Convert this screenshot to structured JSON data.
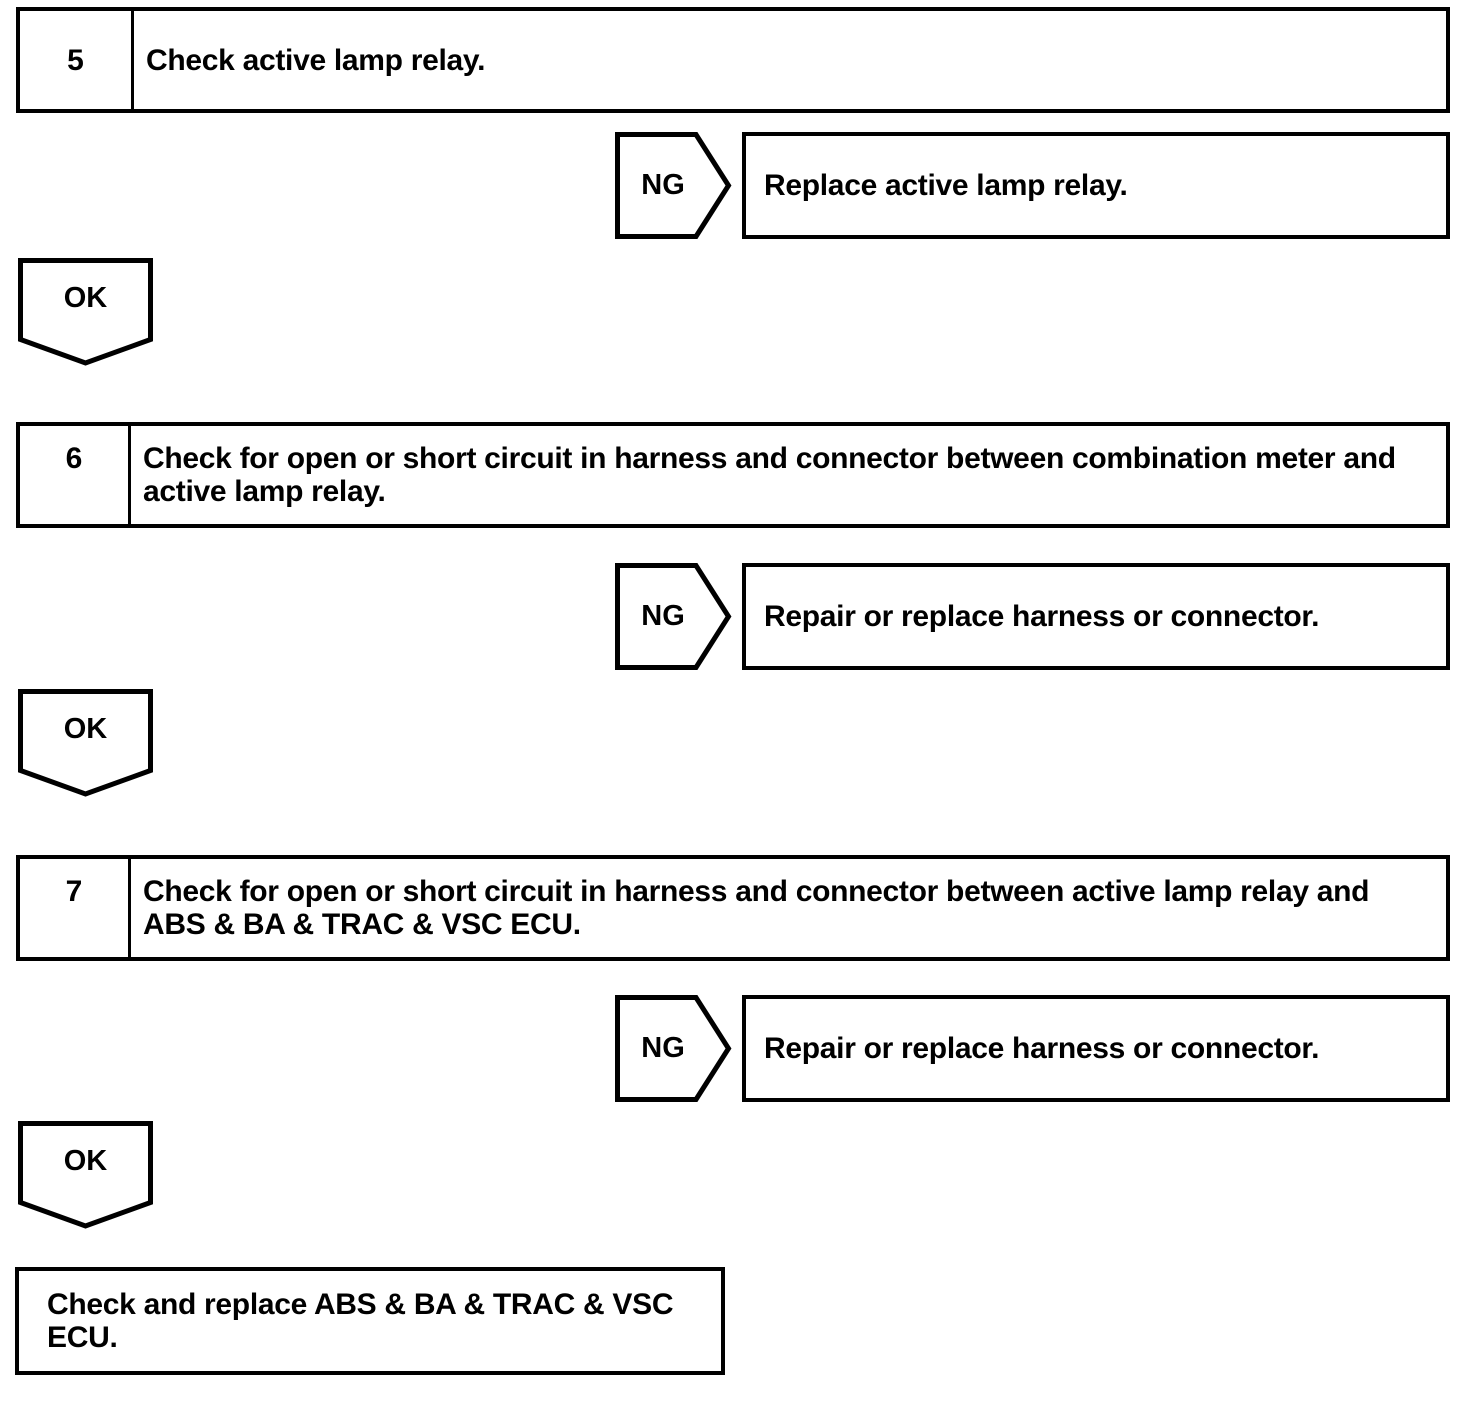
{
  "page": {
    "background_color": "#ffffff",
    "line_color": "#000000"
  },
  "flowchart": {
    "steps": [
      {
        "number": "5",
        "instruction": "Check active lamp relay.",
        "ng": {
          "label": "NG",
          "action": "Replace active lamp relay."
        },
        "ok": {
          "label": "OK"
        }
      },
      {
        "number": "6",
        "instruction": "Check for open or short circuit in harness and connector between combination meter and active lamp relay.",
        "ng": {
          "label": "NG",
          "action": "Repair or replace harness or connector."
        },
        "ok": {
          "label": "OK"
        }
      },
      {
        "number": "7",
        "instruction": "Check for open or short circuit in harness and connector between active lamp relay and ABS & BA & TRAC & VSC ECU.",
        "ng": {
          "label": "NG",
          "action": "Repair or replace harness or connector."
        },
        "ok": {
          "label": "OK"
        }
      }
    ],
    "final_action": "Check and replace ABS & BA & TRAC & VSC ECU."
  }
}
